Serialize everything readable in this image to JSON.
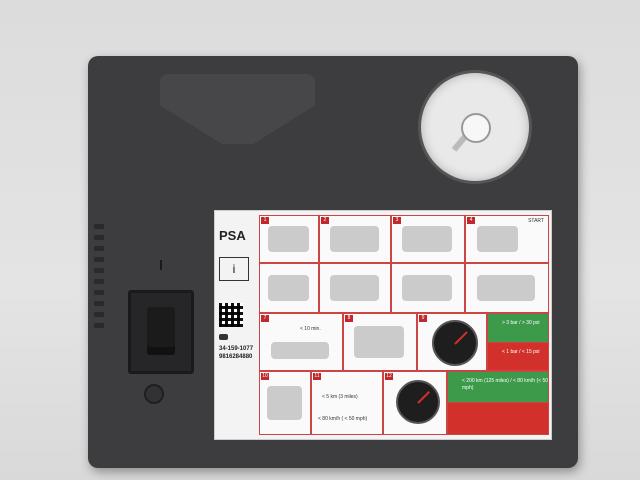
{
  "label": {
    "brand": "PSA",
    "info_icon": "i",
    "part_number_1": "34-159-1077",
    "part_number_2": "9816284880",
    "steps": {
      "start": "START",
      "time_10min": "< 10 min.",
      "green_top": "> 3 bar / > 30 psi",
      "red_top": "< 1 bar / < 15 psi",
      "distance_5km": "< 5 km (3 miles)",
      "speed_80": "< 80 km/h ( < 50 mph)",
      "green_bottom": "< 200 km (125 miles) / < 80 km/h (< 50 mph)"
    }
  },
  "colors": {
    "device_body": "#3d3d3f",
    "label_accent_red": "#c0292b",
    "label_green": "#3d9a4b",
    "label_red": "#d2302b"
  }
}
